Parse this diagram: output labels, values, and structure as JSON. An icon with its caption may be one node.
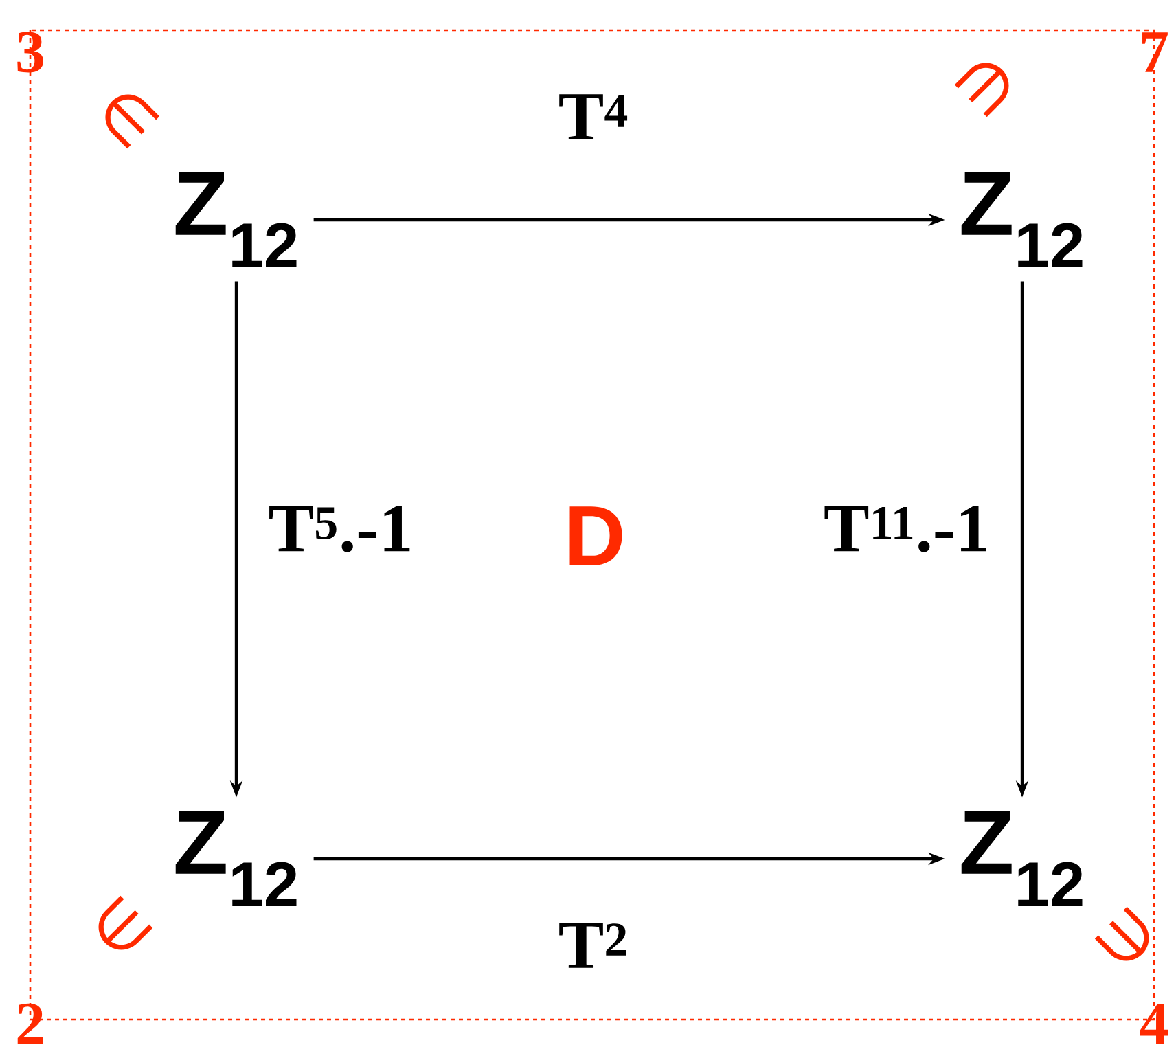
{
  "diagram": {
    "nodes": [
      {
        "text": [
          "Z$_{12}$"
        ]
      },
      {
        "text": [
          "Z$_{12}$"
        ]
      },
      {
        "text": [
          "Z$_{12}$"
        ]
      },
      {
        "text": [
          "Z$_{12}$"
        ]
      }
    ],
    "edges": [
      {
        "from": 0,
        "to": 1,
        "arrow": "to",
        "label": "T$^{4}$"
      },
      {
        "from": 0,
        "to": 2,
        "arrow": "to",
        "label": "T$^{5}$.-1"
      },
      {
        "from": 1,
        "to": 3,
        "arrow": "to",
        "label": "T$^{11}$.-1"
      },
      {
        "from": 2,
        "to": 3,
        "arrow": "to",
        "label": "T$^{2}$"
      }
    ],
    "labels": [
      "3",
      "7",
      "∈",
      "∈",
      "D",
      "∈",
      "∈",
      "2",
      "4"
    ]
  }
}
